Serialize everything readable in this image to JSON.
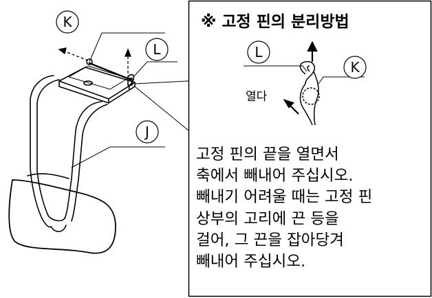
{
  "panel": {
    "title": "※ 고정 핀의 분리방법",
    "open_label": "열다",
    "instructions": [
      "고정 핀의 끝을 열면서",
      "축에서 빼내어 주십시오.",
      "빼내기 어려울 때는 고정 핀",
      "상부의 고리에 끈 등을",
      "걸어, 그 끈을 잡아당겨",
      "빼내어 주십시오."
    ]
  },
  "callouts": {
    "k_main": "K",
    "l_main": "L",
    "j_main": "J",
    "l_detail": "L",
    "k_detail": "K"
  }
}
